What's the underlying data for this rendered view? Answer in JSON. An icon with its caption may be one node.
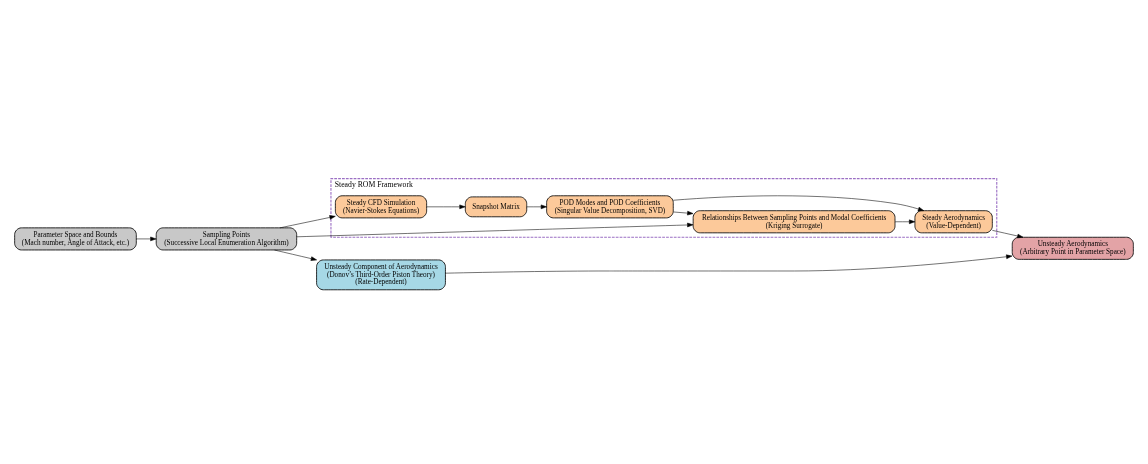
{
  "diagram": {
    "nodes": [
      {
        "text": [
          "Parameter Space and Bounds",
          "(Mach number, Angle of Attack, etc.)"
        ]
      },
      {
        "text": [
          "Sampling Points",
          "(Successive Local Enumeration Algorithm)"
        ]
      },
      {
        "text": [
          "Steady ROM Framework"
        ]
      },
      {
        "text": [
          "Steady CFD Simulation",
          "(Navier-Stokes Equations)"
        ],
        "in": 2
      },
      {
        "text": [
          "Snapshot Matrix"
        ],
        "in": 2
      },
      {
        "text": [
          "POD Modes and POD Coefficients",
          "(Singular Value Decomposition, SVD)"
        ],
        "in": 2
      },
      {
        "text": [
          "Relationships Between Sampling Points and Modal Coefficients",
          "(Kriging Surrogate)"
        ],
        "in": 2
      },
      {
        "text": [
          "Steady Aerodynamics",
          "(Value-Dependent)"
        ],
        "in": 2
      },
      {
        "text": [
          "Unsteady Component of Aerodynamics",
          "(Donov’s Third-Order Piston Theory)",
          "(Rate-Dependent)"
        ]
      },
      {
        "text": [
          "Unsteady Aerodynamics",
          "(Arbitrary Point in Parameter Space)"
        ]
      }
    ],
    "edges": [
      {
        "from": 0,
        "to": 1,
        "arrow": "to"
      },
      {
        "from": 1,
        "to": 3,
        "arrow": "to"
      },
      {
        "from": 1,
        "to": 6,
        "arrow": "to"
      },
      {
        "from": 3,
        "to": 4,
        "arrow": "to"
      },
      {
        "from": 4,
        "to": 5,
        "arrow": "to"
      },
      {
        "from": 5,
        "to": 6,
        "arrow": "to"
      },
      {
        "from": 5,
        "to": 7,
        "arrow": "to"
      },
      {
        "from": 6,
        "to": 7,
        "arrow": "to"
      },
      {
        "from": 7,
        "to": 9,
        "arrow": "to"
      },
      {
        "from": 1,
        "to": 8,
        "arrow": "to"
      },
      {
        "from": 8,
        "to": 9,
        "arrow": "to"
      }
    ]
  }
}
